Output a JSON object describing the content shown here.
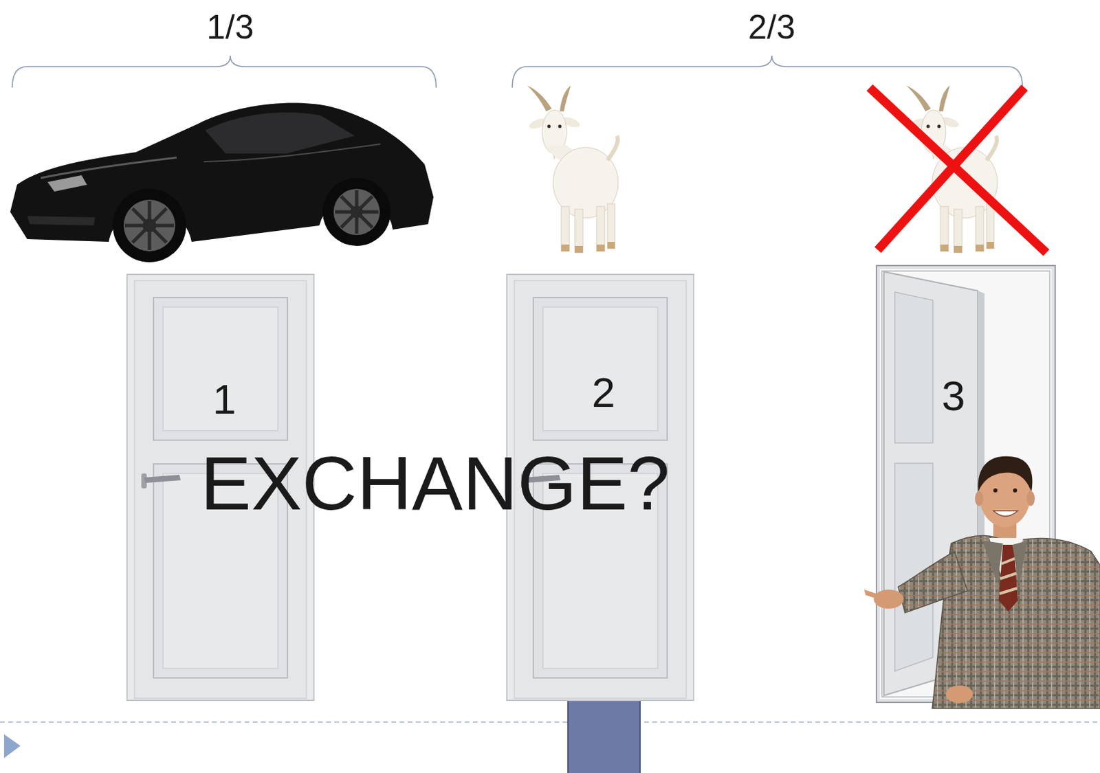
{
  "diagram": {
    "nodes": [
      {
        "text": [
          "1"
        ]
      },
      {
        "text": [
          "2"
        ]
      },
      {
        "text": [
          "3"
        ]
      }
    ],
    "labels": [
      "1/3",
      "2/3",
      "EXCHANGE?"
    ]
  }
}
